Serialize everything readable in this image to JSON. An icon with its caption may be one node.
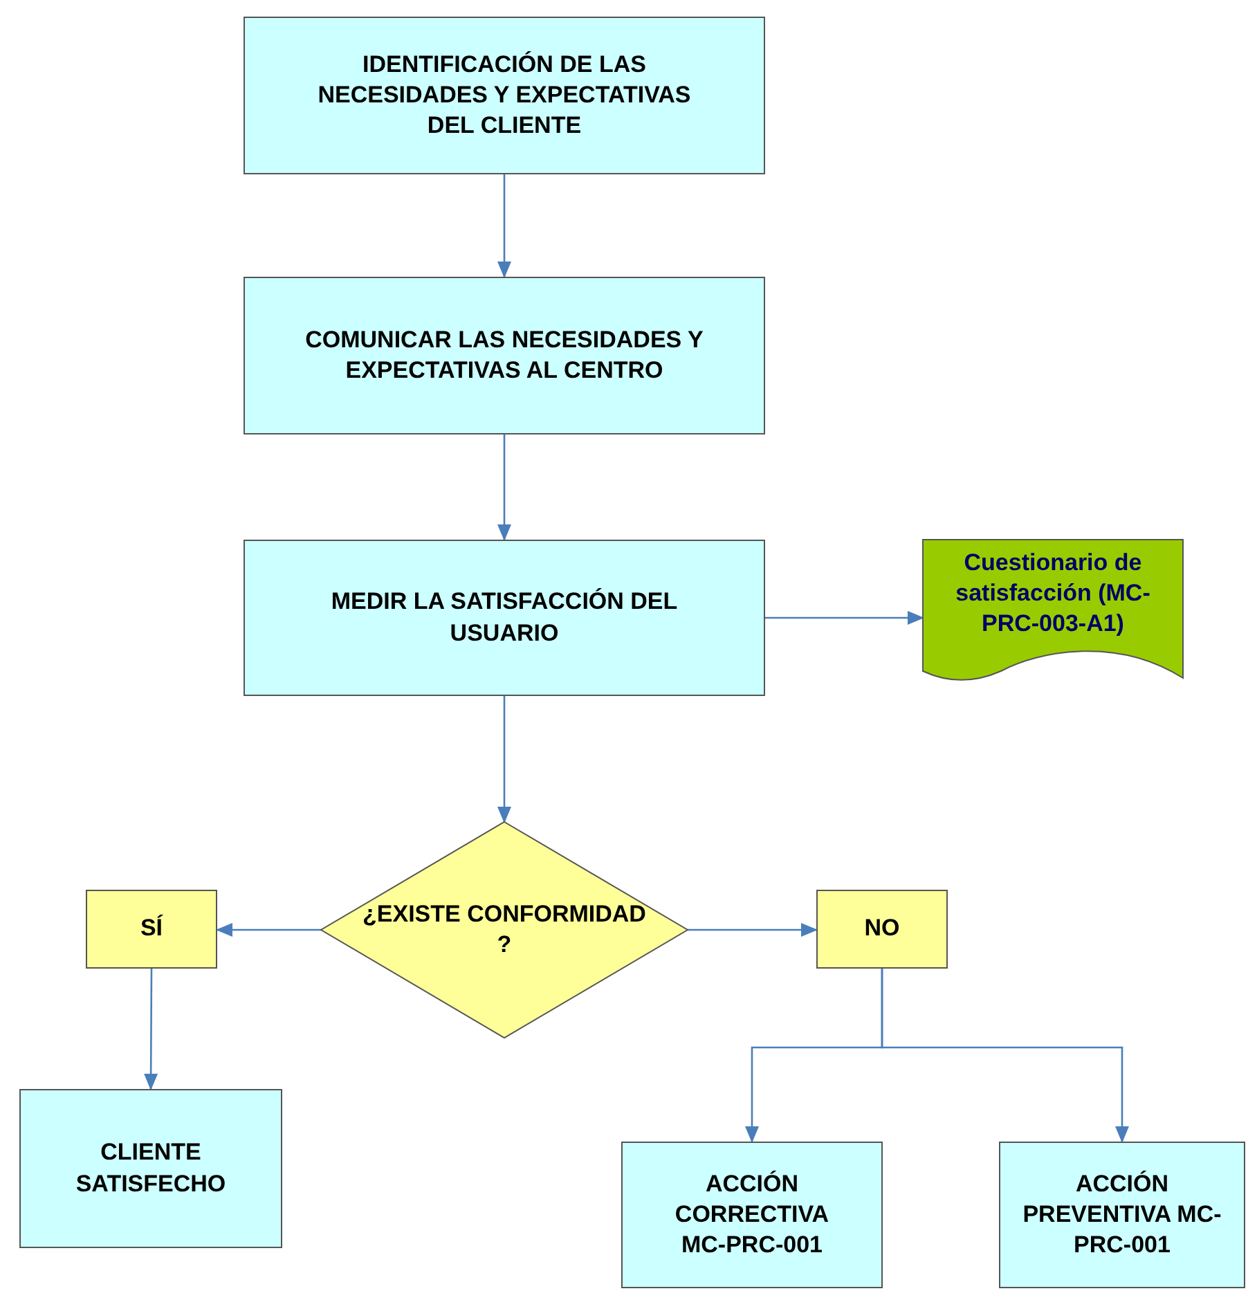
{
  "diagram": {
    "nodes": [
      {
        "text": [
          "IDENTIFICACIÓN DE LAS NECESIDADES Y EXPECTATIVAS DEL CLIENTE"
        ]
      },
      {
        "text": [
          "COMUNICAR LAS NECESIDADES Y EXPECTATIVAS AL CENTRO"
        ]
      },
      {
        "text": [
          "MEDIR LA SATISFACCIÓN DEL USUARIO"
        ]
      },
      {
        "text": [
          "Cuestionario de satisfacción (MC-PRC-003-A1)"
        ]
      },
      {
        "text": [
          "¿EXISTE CONFORMIDAD ?"
        ]
      },
      {
        "text": [
          "SÍ"
        ]
      },
      {
        "text": [
          "NO"
        ]
      },
      {
        "text": [
          "CLIENTE SATISFECHO"
        ]
      },
      {
        "text": [
          "ACCIÓN CORRECTIVA MC-PRC-001"
        ]
      },
      {
        "text": [
          "ACCIÓN PREVENTIVA MC-PRC-001"
        ]
      }
    ],
    "edges": [
      {
        "from": 0,
        "to": 1,
        "arrow": "to"
      },
      {
        "from": 1,
        "to": 2,
        "arrow": "to"
      },
      {
        "from": 2,
        "to": 3,
        "arrow": "to"
      },
      {
        "from": 2,
        "to": 4,
        "arrow": "to"
      },
      {
        "from": 4,
        "to": 5,
        "arrow": "to"
      },
      {
        "from": 4,
        "to": 6,
        "arrow": "to"
      },
      {
        "from": 5,
        "to": 7,
        "arrow": "to"
      },
      {
        "from": 6,
        "to": 8,
        "arrow": "to"
      },
      {
        "from": 6,
        "to": 9,
        "arrow": "to"
      }
    ]
  }
}
